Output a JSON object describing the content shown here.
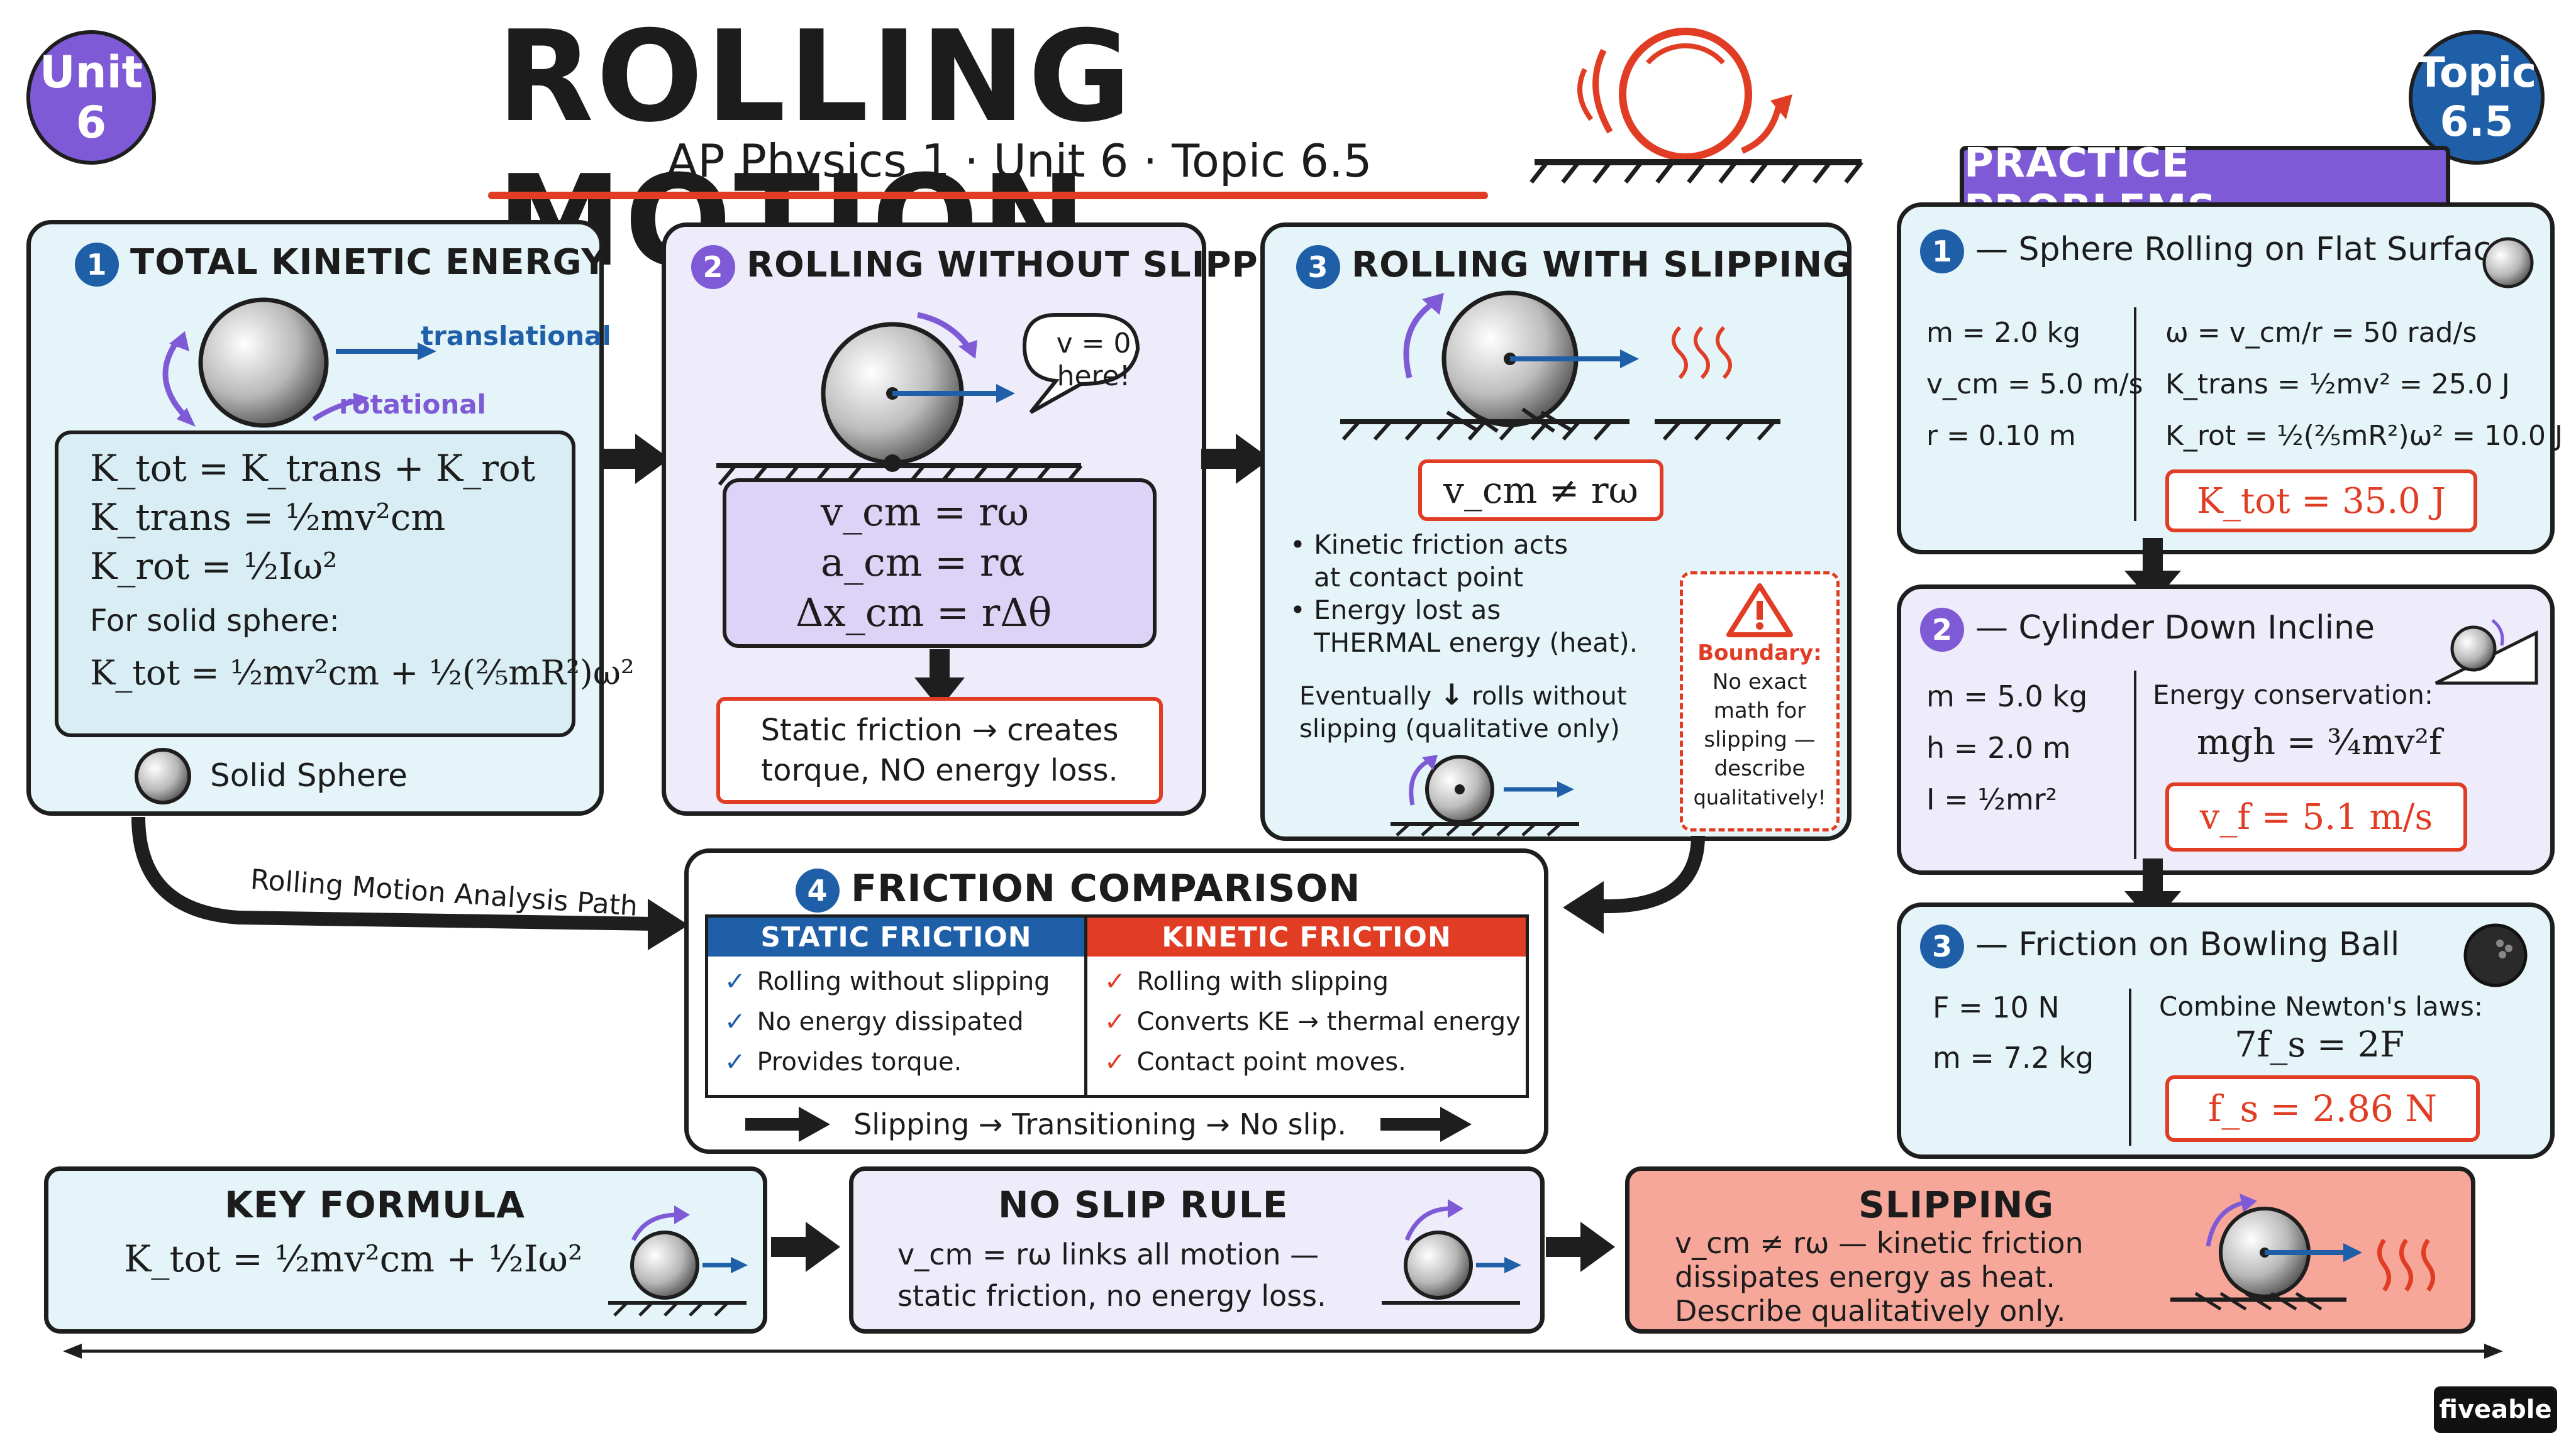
{
  "header": {
    "title": "ROLLING MOTION",
    "subtitle": "AP Physics 1 · Unit 6 · Topic 6.5",
    "unit_badge": {
      "line1": "Unit",
      "line2": "6"
    },
    "topic_badge": {
      "line1": "Topic",
      "line2": "6.5"
    }
  },
  "colors": {
    "blue": "#1f5fa8",
    "purple": "#7f5ad6",
    "red": "#e03d24",
    "card_blue": "#e4f4f9",
    "card_purple": "#eeebfa",
    "card_red": "#f6a79a"
  },
  "card1": {
    "num": "1",
    "title": "Total Kinetic Energy",
    "label_translational": "translational",
    "label_rotational": "rotational",
    "eq1": "K_tot = K_trans + K_rot",
    "eq2": "K_trans = ½mv²cm",
    "eq3": "K_rot = ½Iω²",
    "for_solid": "For solid sphere:",
    "eq4": "K_tot = ½mv²cm + ½(⅖mR²)ω²",
    "legend": "Solid Sphere"
  },
  "card2": {
    "num": "2",
    "title": "Rolling without Slipping",
    "bubble_line1": "v = 0",
    "bubble_line2": "here!",
    "eq1": "v_cm = rω",
    "eq2": "a_cm = rα",
    "eq3": "Δx_cm = rΔθ",
    "note_line1": "Static friction → creates",
    "note_line2": "torque, NO energy loss."
  },
  "card3": {
    "num": "3",
    "title": "Rolling with Slipping",
    "eq": "v_cm ≠ rω",
    "bullet1_line1": "Kinetic friction acts",
    "bullet1_line2": "at contact point",
    "bullet2_line1": "Energy lost as",
    "bullet2_line2": "THERMAL energy (heat).",
    "eventually_line1a": "Eventually",
    "eventually_line1b": "rolls without",
    "eventually_line2": "slipping (qualitative only)",
    "boundary_title": "Boundary:",
    "boundary_lines": [
      "No exact",
      "math for",
      "slipping —",
      "describe",
      "qualitatively!"
    ]
  },
  "card4": {
    "num": "4",
    "title": "Friction Comparison",
    "static_header": "STATIC FRICTION",
    "kinetic_header": "KINETIC FRICTION",
    "static_items": [
      "Rolling without slipping",
      "No energy dissipated",
      "Provides torque."
    ],
    "kinetic_items": [
      "Rolling with slipping",
      "Converts KE → thermal energy",
      "Contact point moves."
    ],
    "flow": "Slipping → Transitioning → No slip."
  },
  "path_label": "Rolling Motion Analysis Path",
  "practice": {
    "title": "PRACTICE PROBLEMS",
    "p1": {
      "num": "1",
      "title": "— Sphere Rolling on Flat Surface",
      "givens": [
        "m = 2.0 kg",
        "v_cm = 5.0 m/s",
        "r = 0.10 m"
      ],
      "work": [
        "ω = v_cm/r = 50 rad/s",
        "K_trans = ½mv² = 25.0 J",
        "K_rot = ½(⅖mR²)ω² = 10.0 J"
      ],
      "answer": "K_tot = 35.0 J"
    },
    "p2": {
      "num": "2",
      "title": "— Cylinder Down Incline",
      "givens": [
        "m = 5.0 kg",
        "h = 2.0 m",
        "I = ½mr²"
      ],
      "work_label": "Energy conservation:",
      "work_eq": "mgh = ¾mv²f",
      "answer": "v_f = 5.1 m/s"
    },
    "p3": {
      "num": "3",
      "title": "— Friction on Bowling Ball",
      "givens": [
        "F = 10 N",
        "m = 7.2 kg"
      ],
      "work_label": "Combine Newton's laws:",
      "work_eq": "7f_s = 2F",
      "answer": "f_s = 2.86 N"
    }
  },
  "bottom": {
    "key_title": "KEY FORMULA",
    "key_eq": "K_tot = ½mv²cm + ½Iω²",
    "noslip_title": "NO SLIP RULE",
    "noslip_line1": "v_cm = rω links all motion —",
    "noslip_line2": "static friction, no energy loss.",
    "slip_title": "SLIPPING",
    "slip_line1": "v_cm ≠ rω — kinetic friction",
    "slip_line2": "dissipates energy as heat.",
    "slip_line3": "Describe qualitatively only."
  },
  "brand": "fiveable"
}
